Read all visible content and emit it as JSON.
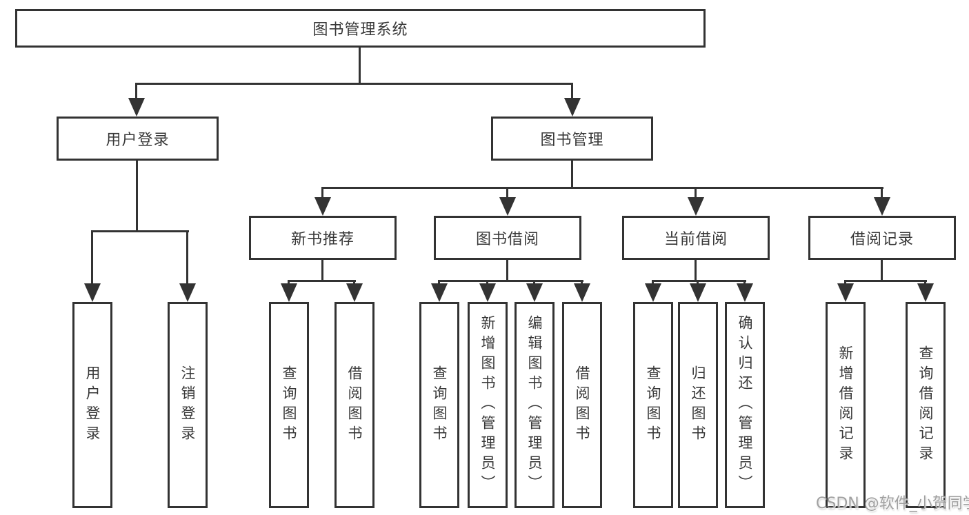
{
  "diagram": {
    "title": "图书管理系统",
    "colors": {
      "line": "#333333",
      "text": "#383838",
      "background": "#ffffff",
      "watermark": "#a0a0a0"
    },
    "root": {
      "label": "图书管理系统"
    },
    "level2": [
      {
        "label": "用户登录"
      },
      {
        "label": "图书管理"
      }
    ],
    "level3": [
      {
        "label": "新书推荐"
      },
      {
        "label": "图书借阅"
      },
      {
        "label": "当前借阅"
      },
      {
        "label": "借阅记录"
      }
    ],
    "leaves": {
      "user_login": [
        "用户登录",
        "注销登录"
      ],
      "new_books": [
        "查询图书",
        "借阅图书"
      ],
      "book_borrow": [
        "查询图书",
        "新增图书（管理员）",
        "编辑图书（管理员）",
        "借阅图书"
      ],
      "current_borrow": [
        "查询图书",
        "归还图书",
        "确认归还（管理员）"
      ],
      "borrow_records": [
        "新增借阅记录",
        "查询借阅记录"
      ]
    }
  },
  "watermark": {
    "text": "CSDN @软件_小贺同学"
  }
}
